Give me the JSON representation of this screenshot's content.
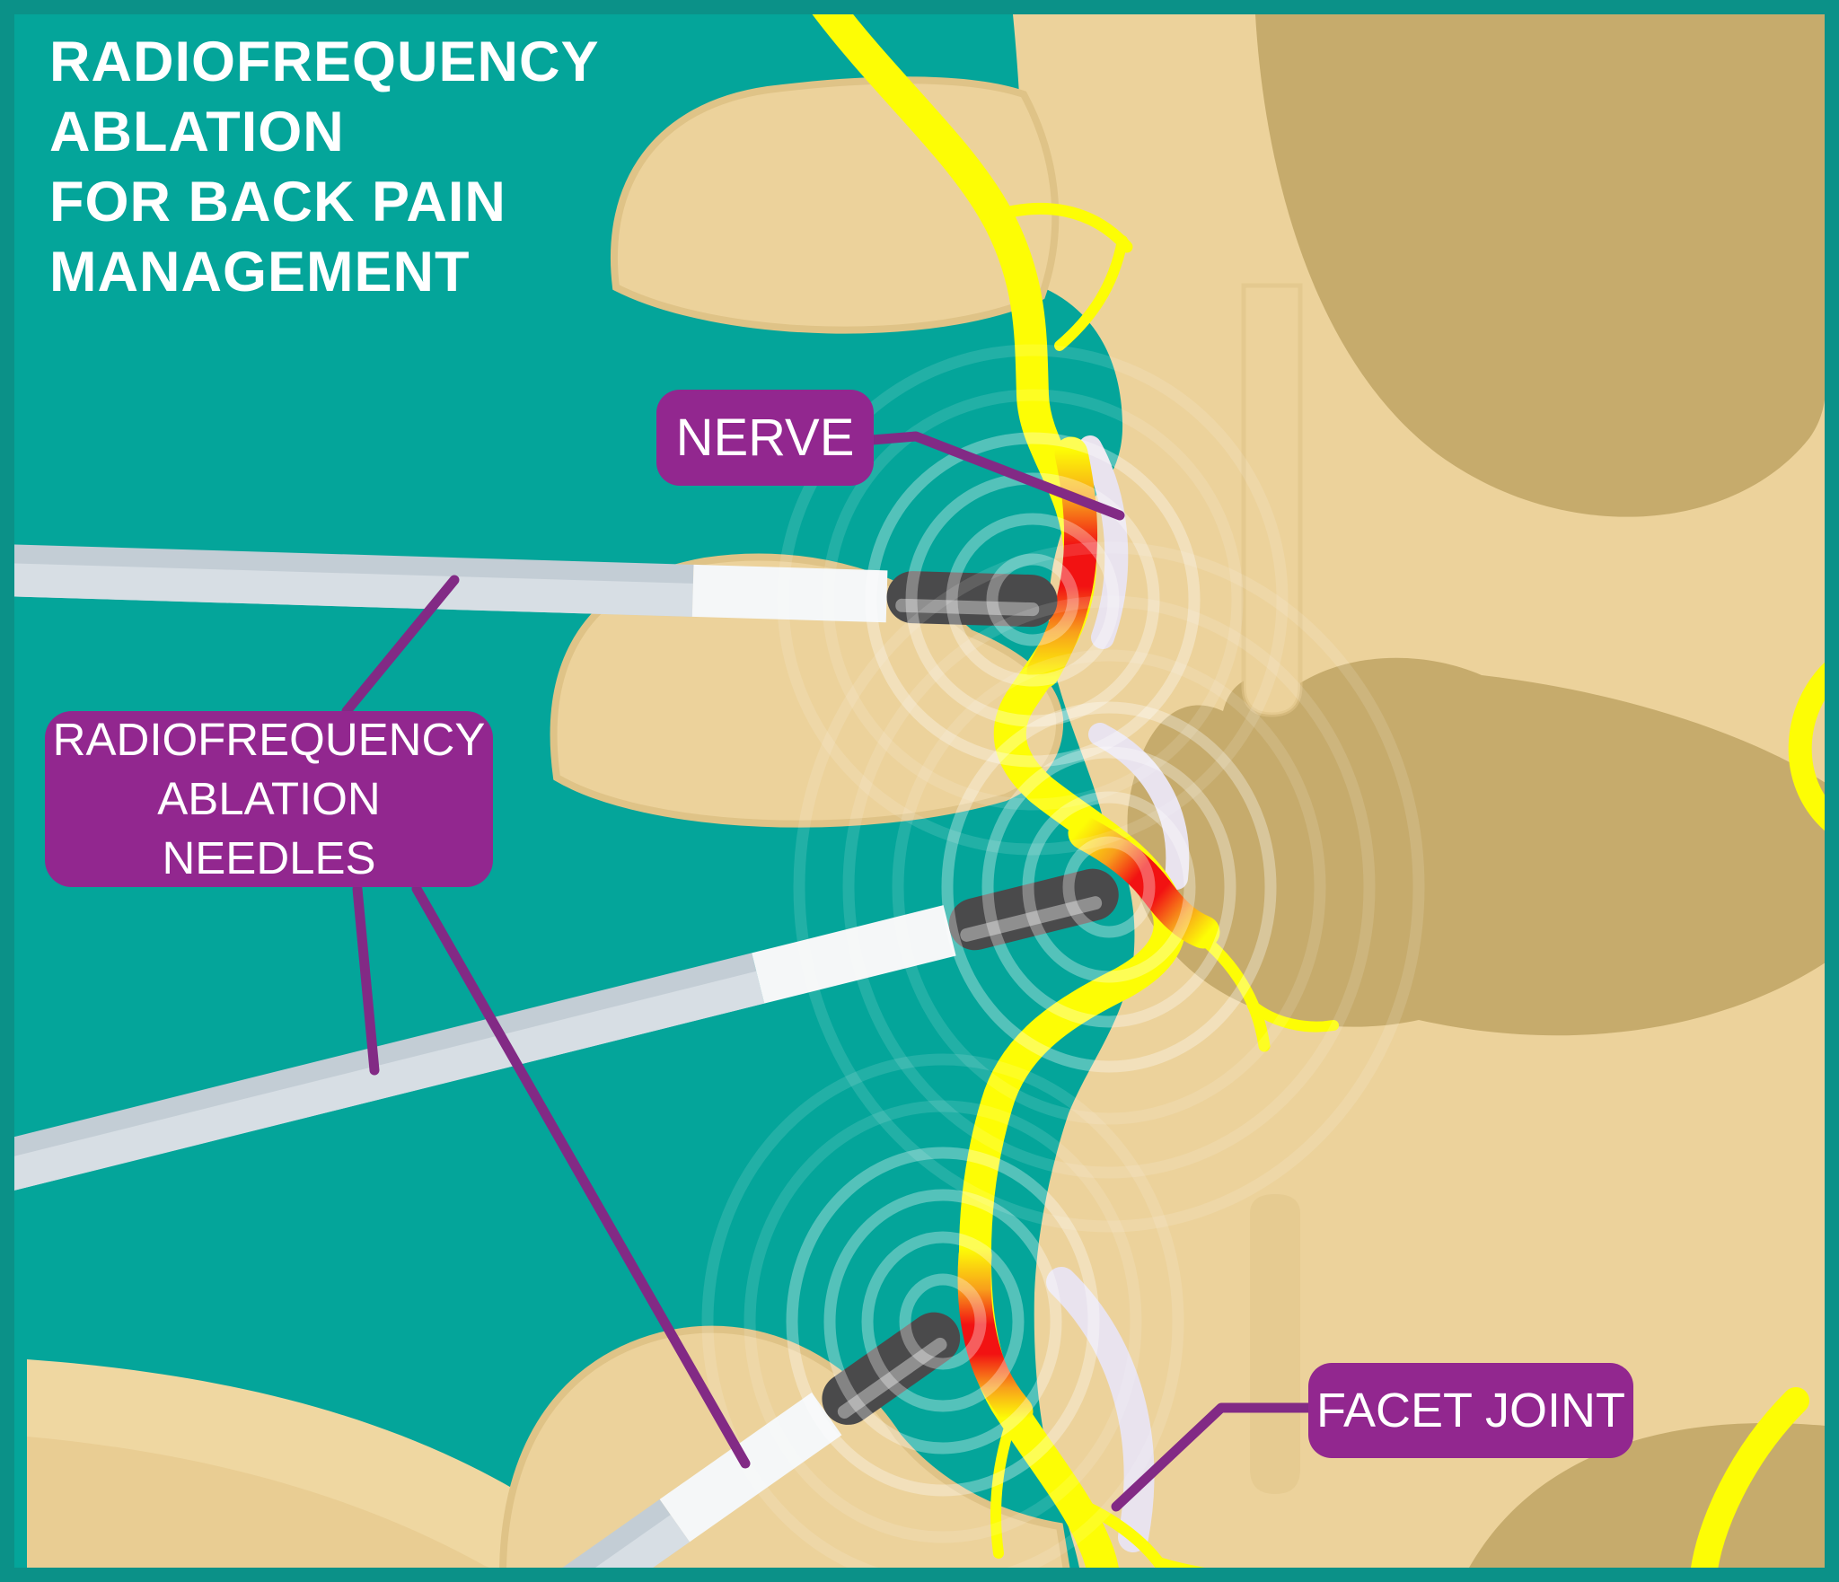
{
  "title": {
    "line1": "RADIOFREQUENCY",
    "line2": "ABLATION",
    "line3": "FOR BACK PAIN",
    "line4": "MANAGEMENT"
  },
  "callouts": {
    "nerve": {
      "label": "NERVE"
    },
    "needles": {
      "label_line1": "RADIOFREQUENCY",
      "label_line2": "ABLATION NEEDLES"
    },
    "facet": {
      "label": "FACET JOINT"
    }
  },
  "colors": {
    "background": "#04a59a",
    "frame": "#0b9188",
    "bone_light": "#ecd29b",
    "bone_dark": "#c6ab6c",
    "sacrum_outer": "#efd7a1",
    "sacrum_inner": "#e9cd93",
    "bone_edge": "#dfc387",
    "nerve_yellow": "#fdfd05",
    "hot_orange": "#f8a01b",
    "hot_red": "#f21212",
    "label_purple": "#92278f",
    "connector_purple": "#822a85",
    "needle_shaft": "#c3cdd5",
    "needle_shaft_light": "#d7dee4",
    "needle_white": "#f5f7f8",
    "needle_tip": "#4a4a4b",
    "needle_tip_stripe": "#8f8f8f",
    "facet_band": "#e9e3ee",
    "ripple_white": "#ffffff",
    "title_white": "#ffffff"
  }
}
